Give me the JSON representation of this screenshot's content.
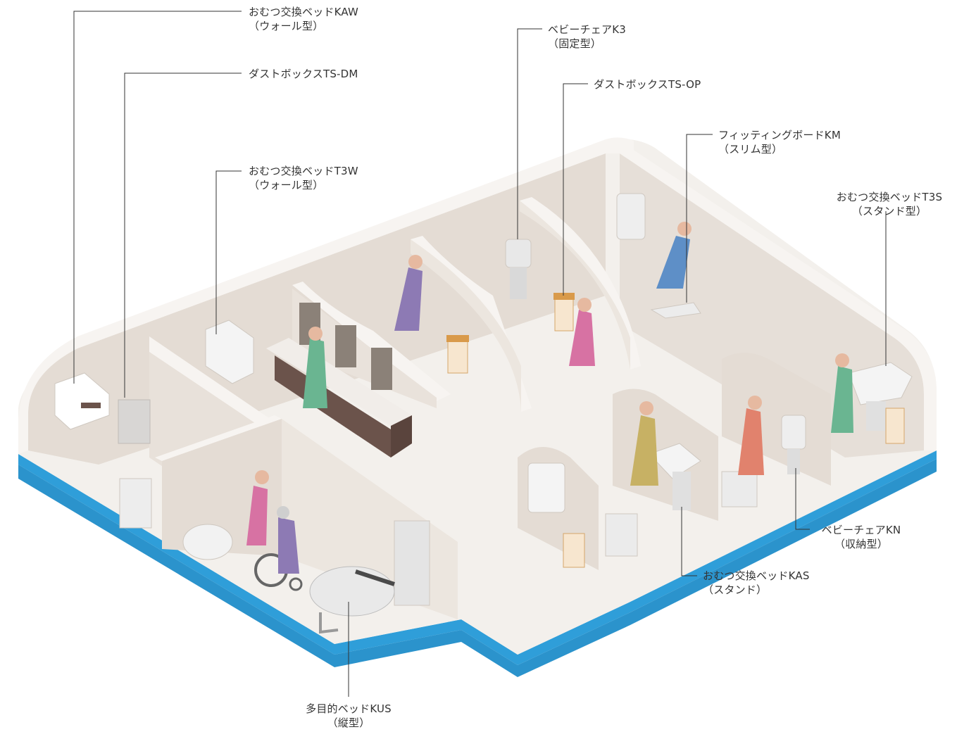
{
  "labels": {
    "kaw": {
      "name": "おむつ交換ベッドKAW",
      "type": "（ウォール型）"
    },
    "tsdm": {
      "name": "ダストボックスTS-DM"
    },
    "t3w": {
      "name": "おむつ交換ベッドT3W",
      "type": "（ウォール型）"
    },
    "k3": {
      "name": "ベビーチェアK3",
      "type": "（固定型）"
    },
    "tsop": {
      "name": "ダストボックスTS-OP"
    },
    "km": {
      "name": "フィッティングボードKM",
      "type": "（スリム型）"
    },
    "t3s": {
      "name": "おむつ交換ベッドT3S",
      "type": "（スタンド型）"
    },
    "kn": {
      "name": "ベビーチェアKN",
      "type": "（収納型）"
    },
    "kas": {
      "name": "おむつ交換ベッドKAS",
      "type": "（スタンド）"
    },
    "kus": {
      "name": "多目的ベッドKUS",
      "type": "（縦型）"
    }
  },
  "colors": {
    "floor": "#f1eeea",
    "wall": "#e2dad2",
    "wall_top": "#f7f4f1",
    "base_blue": "#2f9ed9",
    "leader": "#333333",
    "counter": "#6b534b"
  }
}
